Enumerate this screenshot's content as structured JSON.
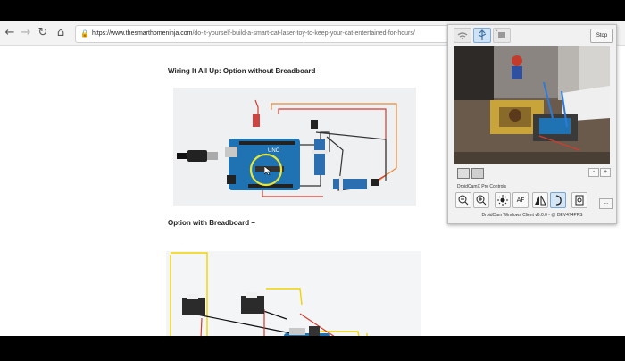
{
  "browser": {
    "url_host": "https://www.thesmarthomeninja.com",
    "url_path": "/do-it-yourself-build-a-smart-cat-laser-toy-to-keep-your-cat-entertained-for-hours/"
  },
  "article": {
    "heading1": "Wiring It All Up:  Option without Breadboard –",
    "heading2": "Option with Breadboard –"
  },
  "droidcam": {
    "stop_label": "Stop",
    "controls_label": "DroidCamX Pro Controls",
    "af_label": "AF",
    "more_label": "...",
    "zoom_minus": "-",
    "zoom_plus": "+",
    "footer": "DroidCam Windows Client v6.0.0 - @ DEV474PPS"
  },
  "colors": {
    "arduino_blue": "#1f73b3",
    "wire_red": "#d33b2f",
    "wire_orange": "#e8893a",
    "wire_yellow": "#f0d400",
    "highlight_ring": "#e6e63a",
    "active_tab": "#cfe3f5"
  }
}
